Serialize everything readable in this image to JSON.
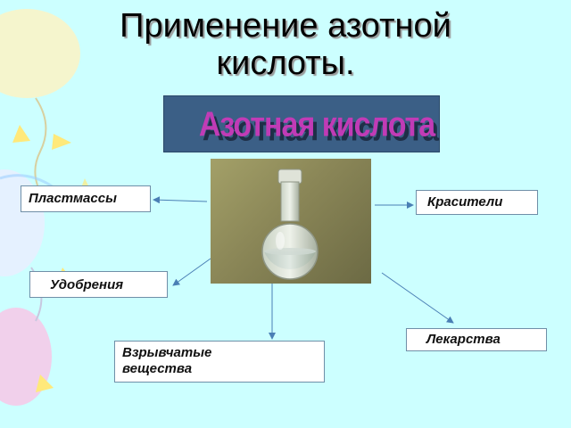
{
  "slide": {
    "title_line1": "Применение азотной",
    "title_line2": "кислоты.",
    "banner_text": "Азотная кислота"
  },
  "applications": {
    "plastics": "Пластмассы",
    "dyes": "Красители",
    "fertilizers": "Удобрения",
    "medicines": "Лекарства",
    "explosives_line1": "Взрывчатые",
    "explosives_line2": "вещества"
  },
  "colors": {
    "background": "#ccffff",
    "banner_bg": "#3b5f86",
    "banner_text": "#c13bb6",
    "arrow": "#4a7fb5"
  }
}
